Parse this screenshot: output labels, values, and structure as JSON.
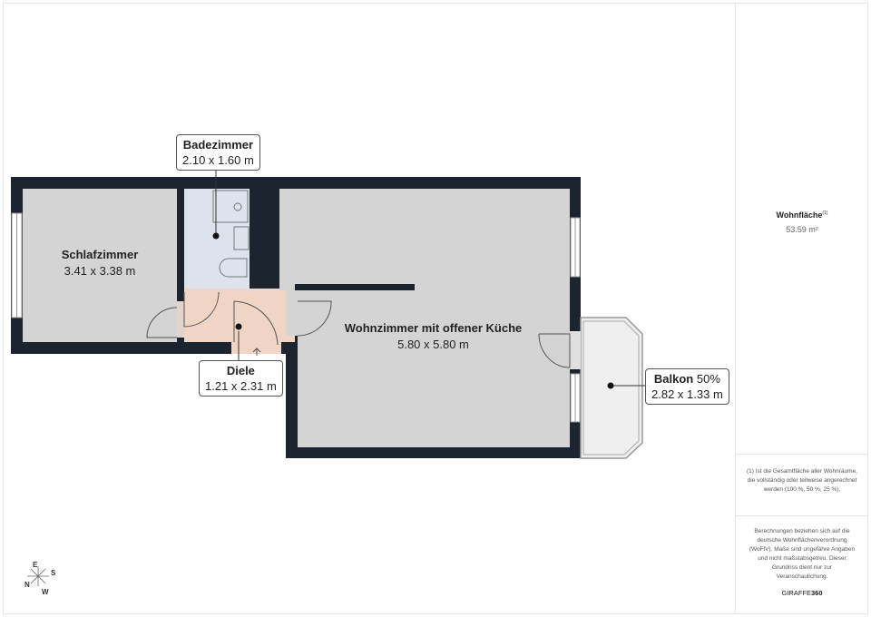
{
  "rooms": {
    "badezimmer": {
      "name": "Badezimmer",
      "size": "2.10 x 1.60 m"
    },
    "schlafzimmer": {
      "name": "Schlafzimmer",
      "size": "3.41 x 3.38 m"
    },
    "diele": {
      "name": "Diele",
      "size": "1.21 x 2.31 m"
    },
    "wohnzimmer": {
      "name": "Wohnzimmer mit offener Küche",
      "size": "5.80 x 5.80 m"
    },
    "balkon": {
      "name": "Balkon",
      "suffix": "50%",
      "size": "2.82 x 1.33 m"
    }
  },
  "sidebar": {
    "area_label": "Wohnfläche",
    "area_footnote": "(1)",
    "area_value": "53.59 m²",
    "footnote": "(1) Ist die Gesamtfläche aller Wohnräume, die vollständig oder teilweise angerechnet werden (100 %, 50 %, 25 %).",
    "disclaimer": "Berechnungen beziehen sich auf die deutsche Wohnflächenverordnung (WoFlV). Maße sind ungefähre Angaben und nicht maßstabsgetreu. Dieser Grundriss dient nur zur Veranschaulichung.",
    "brand_a": "GIRAFFE",
    "brand_b": "360"
  },
  "compass": {
    "e": "E",
    "s": "S",
    "n": "N",
    "w": "W"
  },
  "colors": {
    "wall": "#1c2430",
    "room": "#d4d4d4",
    "bath": "#dde3ec",
    "hall": "#f0d5c4",
    "balcony": "#efefef"
  }
}
